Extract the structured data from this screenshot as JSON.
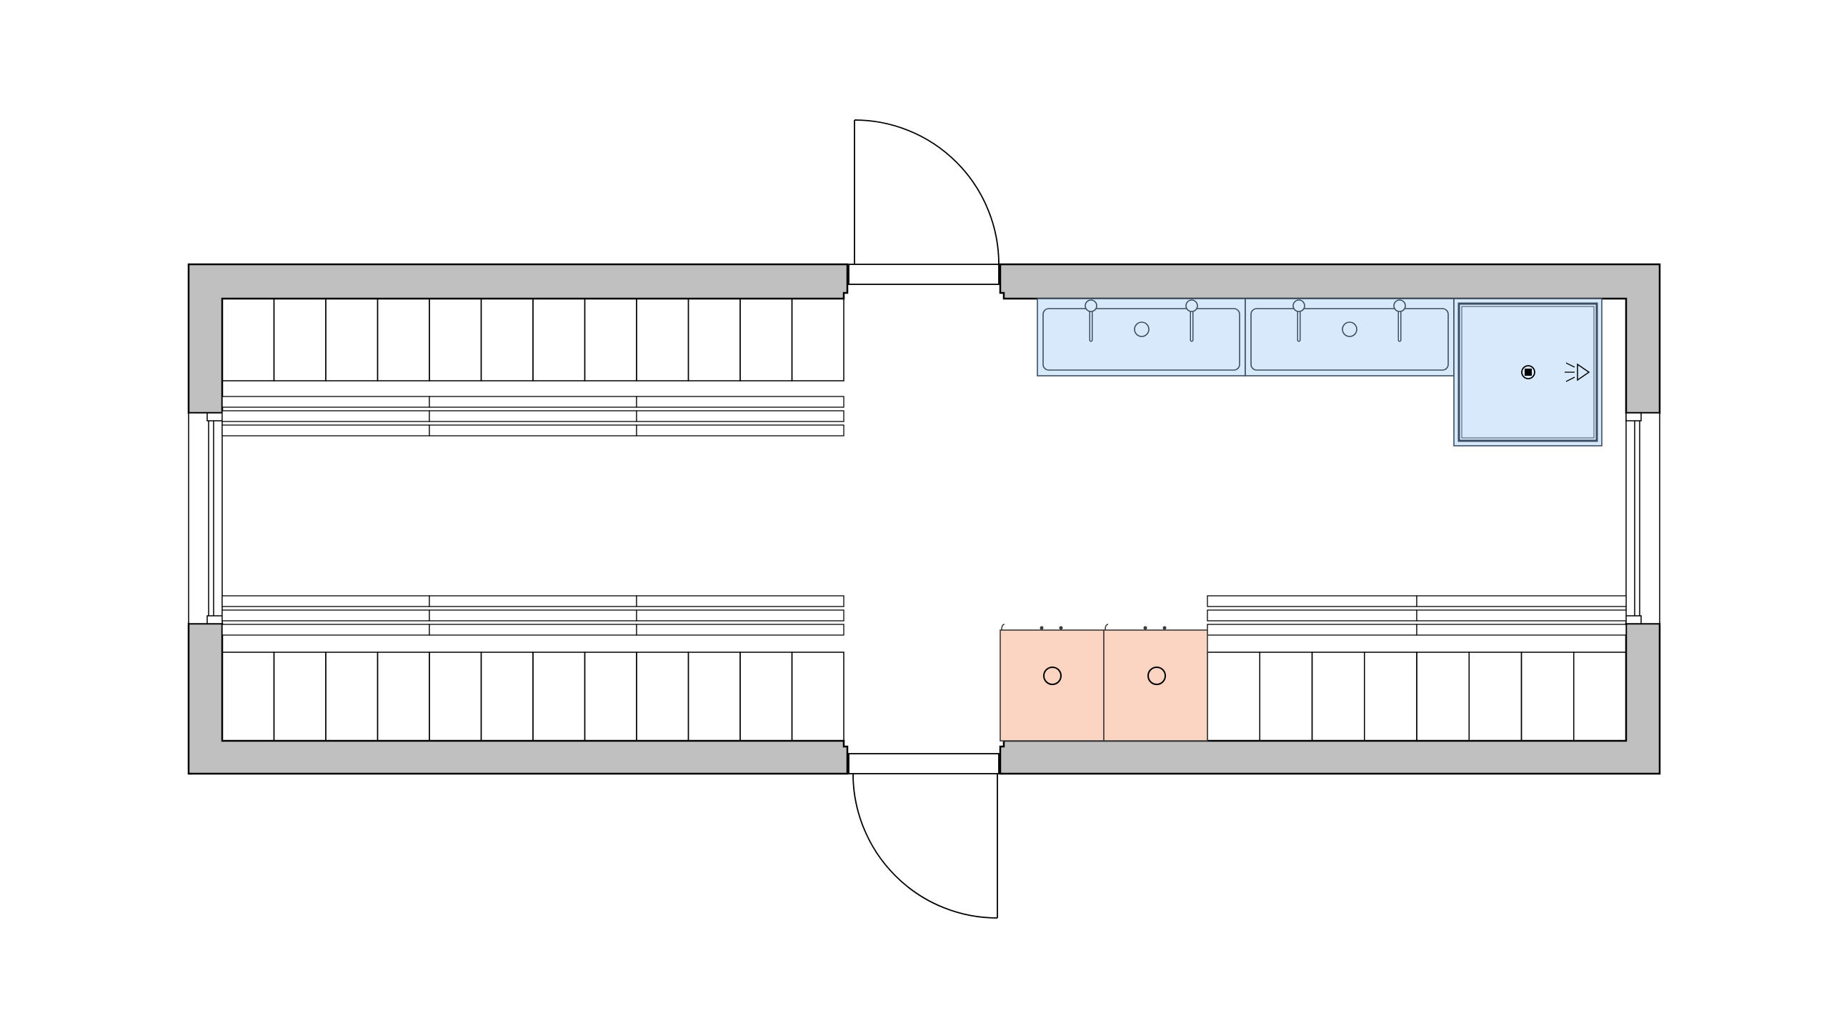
{
  "colors": {
    "background": "#ffffff",
    "wall_fill": "#c0c0c0",
    "line": "#000000",
    "plumbing_fill": "#d8e9fb",
    "plumbing_stroke": "#3c4e63",
    "appliance_fill": "#fbd5c1",
    "appliance_stroke": "#3a3a3a"
  },
  "fixtures": {
    "doors": 2,
    "windows": 2,
    "double_sinks": 2,
    "shower": 1,
    "appliances": 2,
    "locker_rows": 3,
    "bench_rows": 3
  }
}
